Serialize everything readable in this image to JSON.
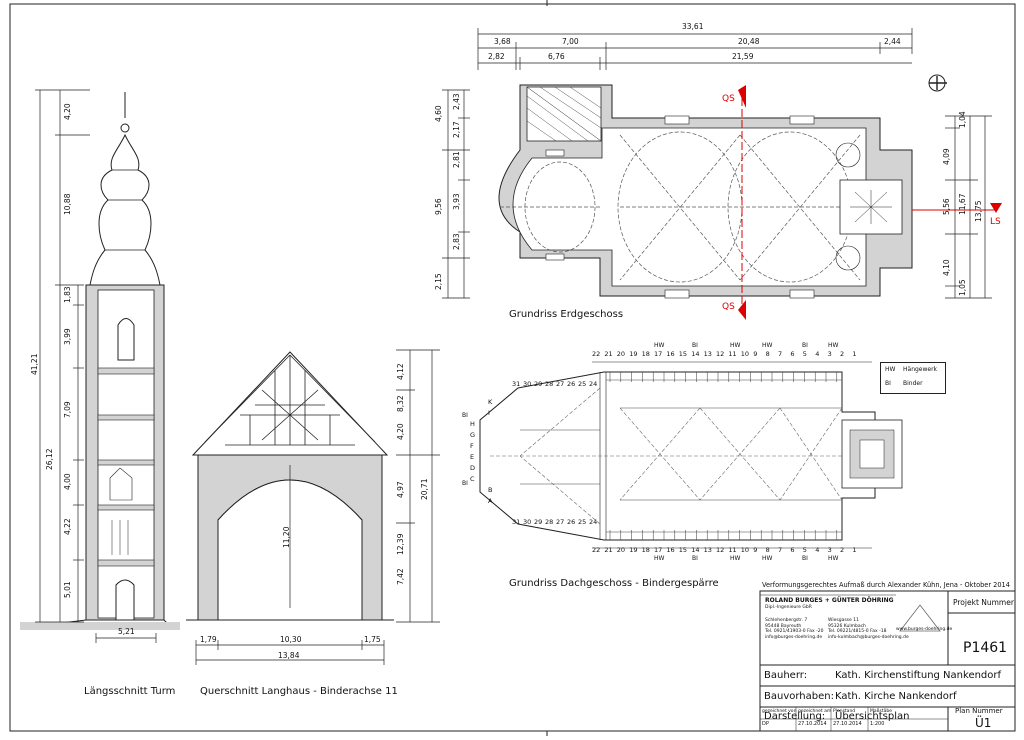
{
  "drawings": {
    "tower_label": "Längsschnitt Turm",
    "cross_label": "Querschnitt Langhaus - Binderachse 11",
    "ground_plan_label": "Grundriss Erdgeschoss",
    "roof_plan_label": "Grundriss Dachgeschoss - Bindergespärre"
  },
  "markers": {
    "qs": "QS",
    "ls": "LS"
  },
  "dims": {
    "tower_vertical": [
      "4,20",
      "10,88",
      "1,83",
      "3,99",
      "7,09",
      "4,00",
      "4,22",
      "5,01"
    ],
    "tower_total_a": "41,21",
    "tower_total_b": "26,12",
    "tower_width": "5,21",
    "cross_vertical": [
      "4,12",
      "8,32",
      "4,20",
      "4,97",
      "12,39",
      "7,42"
    ],
    "cross_total": "20,71",
    "cross_inner_height": "11,20",
    "cross_widths": [
      "1,79",
      "10,30",
      "1,75"
    ],
    "cross_total_width": "13,84",
    "plan_total_width": "33,61",
    "plan_top_row1": [
      "3,68",
      "7,00",
      "20,48",
      "2,44"
    ],
    "plan_top_row2": [
      "2,82",
      "6,76",
      "21,59"
    ],
    "plan_left": [
      "4,60",
      "2,43",
      "2,17",
      "2,81",
      "9,56",
      "3,93",
      "2,83",
      "2,15"
    ],
    "plan_right": [
      "1,04",
      "4,09",
      "5,56",
      "11,67",
      "13,75",
      "4,10",
      "1,05"
    ]
  },
  "roof_axes": {
    "top_numbers": [
      "22",
      "21",
      "20",
      "19",
      "18",
      "17",
      "16",
      "15",
      "14",
      "13",
      "12",
      "11",
      "10",
      "9",
      "8",
      "7",
      "6",
      "5",
      "4",
      "3",
      "2",
      "1"
    ],
    "top_hw": [
      "HW",
      "BI",
      "HW",
      "HW",
      "BI",
      "HW"
    ],
    "apse_numbers": [
      "31",
      "30",
      "29",
      "28",
      "27",
      "26",
      "25",
      "24"
    ],
    "apse_letters": [
      "K",
      "I",
      "H",
      "G",
      "F",
      "E",
      "D",
      "C",
      "B",
      "A"
    ],
    "left_bi": [
      "BI",
      "BI"
    ]
  },
  "legend": [
    {
      "code": "HW",
      "text": "Hängewerk"
    },
    {
      "code": "BI",
      "text": "Binder"
    }
  ],
  "titleblock": {
    "header": "Verformungsgerechtes Aufmaß durch Alexander Kühn, Jena - Oktober 2014",
    "firm": "ROLAND BURGES + GÜNTER DÖHRING",
    "firm_sub": "Dipl.-Ingenieure GbR",
    "address_left": [
      "Schlehenbergstr. 7",
      "95448 Bayreuth",
      "Tel. 0921/41903-0  Fax -20",
      "info@burges-doehring.de"
    ],
    "address_right": [
      "Wiesgasse 11",
      "95326 Kulmbach",
      "Tel. 09221/4815-0  Fax -18",
      "info-kulmbach@burges-doehring.de"
    ],
    "web": "www.burges-doehring.de",
    "project_label": "Projekt Nummer",
    "project_number": "P1461",
    "client_label": "Bauherr:",
    "client": "Kath. Kirchenstiftung Nankendorf",
    "project_title_label": "Bauvorhaben:",
    "project_title": "Kath. Kirche Nankendorf",
    "content_label": "Darstellung:",
    "content": "Übersichtsplan",
    "footer_heads": [
      "gezeichnet von",
      "gezeichnet am",
      "Planstand",
      "Maßstäbe"
    ],
    "footer_vals": [
      "DP",
      "27.10.2014",
      "27.10.2014",
      "1:200"
    ],
    "plan_number_label": "Plan Nummer",
    "plan_number": "Ü1"
  }
}
